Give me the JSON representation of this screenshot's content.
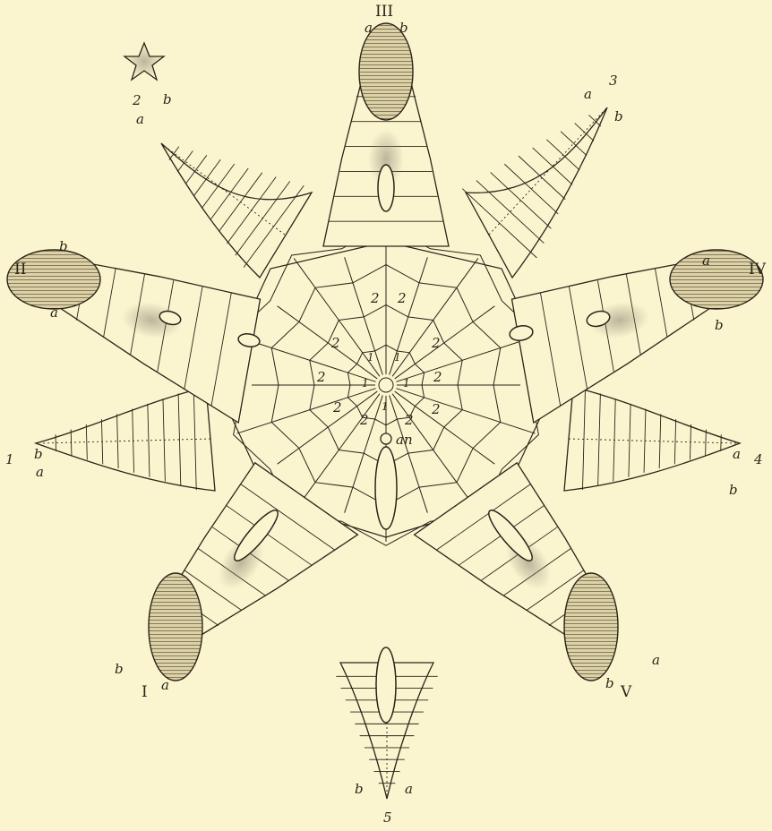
{
  "figure": {
    "background": "#fbf5cf",
    "ink": "#2a241a",
    "symmetry": "pentaradial",
    "roman_labels": [
      "I",
      "II",
      "III",
      "IV",
      "V"
    ],
    "number_labels": [
      "1",
      "2",
      "3",
      "4",
      "5"
    ],
    "side_labels": {
      "a": "a",
      "b": "b"
    },
    "plate_labels": {
      "one": "1",
      "two": "2"
    },
    "anus_label": "an"
  }
}
